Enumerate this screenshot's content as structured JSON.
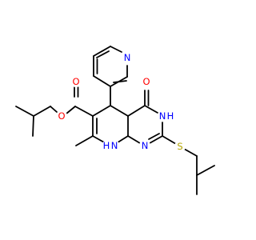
{
  "structure": {
    "atoms": [
      {
        "id": "n_pyr",
        "text": "N",
        "color": "#0000ff"
      },
      {
        "id": "o_ester_co",
        "text": "O",
        "color": "#ff0000"
      },
      {
        "id": "o_ester",
        "text": "O",
        "color": "#ff0000"
      },
      {
        "id": "o_keto",
        "text": "O",
        "color": "#ff0000"
      },
      {
        "id": "n_h3",
        "text": "H",
        "color": "#0000ff"
      },
      {
        "id": "n_3",
        "text": "N",
        "color": "#0000ff"
      },
      {
        "id": "n_1",
        "text": "N",
        "color": "#0000ff"
      },
      {
        "id": "n_h8",
        "text": "H",
        "color": "#0000ff"
      },
      {
        "id": "n_8",
        "text": "N",
        "color": "#0000ff"
      },
      {
        "id": "s_thio",
        "text": "S",
        "color": "#b2a400"
      }
    ]
  }
}
